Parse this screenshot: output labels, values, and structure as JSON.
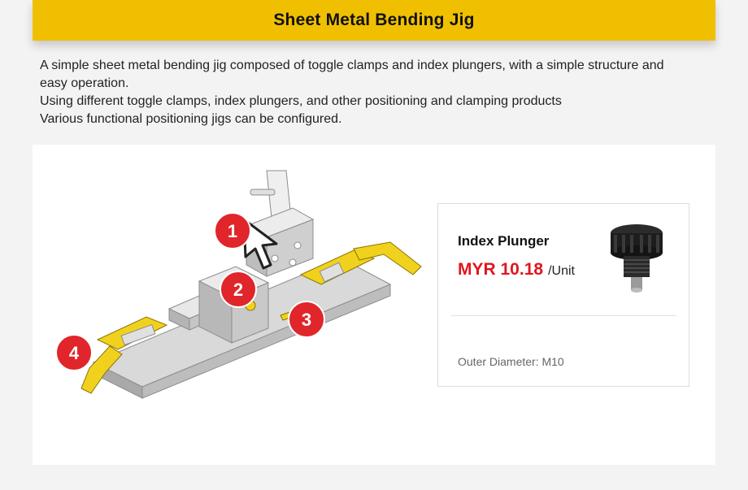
{
  "header": {
    "title": "Sheet Metal Bending Jig",
    "accent_color": "#f0c000"
  },
  "description": {
    "lines": [
      "A simple sheet metal bending jig composed of toggle clamps and index plungers, with a simple structure and easy operation.",
      "Using different toggle clamps, index plungers, and other positioning and clamping products",
      "Various functional positioning jigs can be configured."
    ]
  },
  "illustration": {
    "callouts": [
      "1",
      "2",
      "3",
      "4"
    ],
    "callout_color": "#e0252b",
    "part_color": "#f0d21e",
    "icons": [
      "bending-jig-assembly",
      "cursor-pointer-icon"
    ]
  },
  "product": {
    "name": "Index Plunger",
    "price": "MYR 10.18",
    "unit": "/Unit",
    "spec": "Outer Diameter: M10",
    "price_color": "#e0161f",
    "image_icon": "index-plunger-image"
  }
}
